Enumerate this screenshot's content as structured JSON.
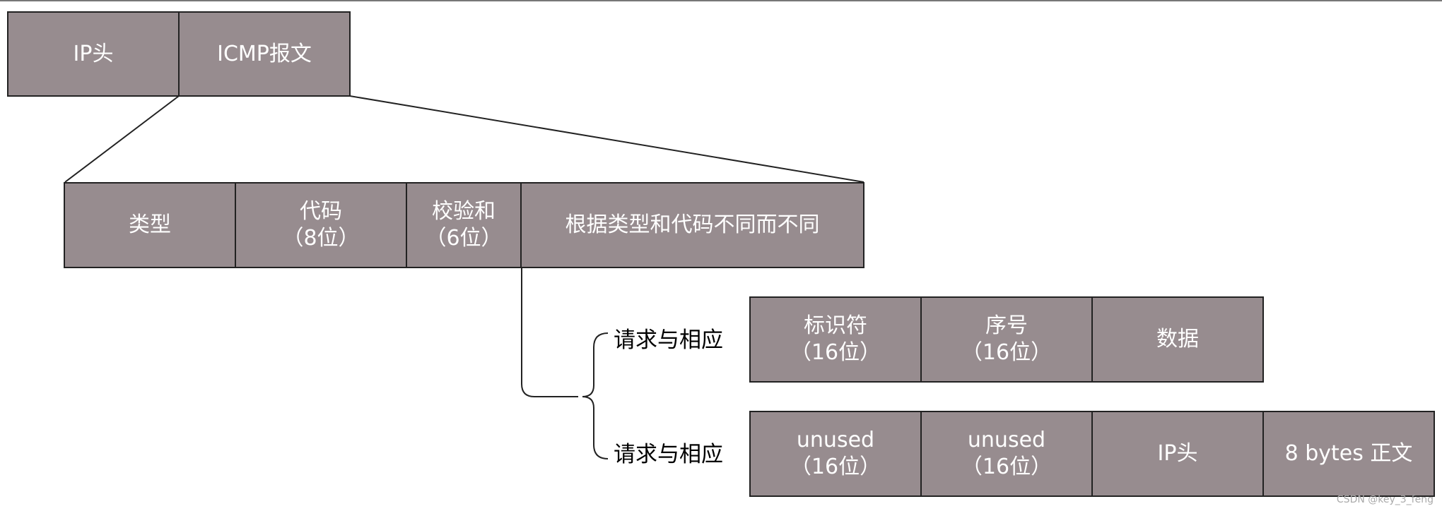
{
  "row1": [
    "IP头",
    "ICMP报文"
  ],
  "row2": [
    {
      "line1": "类型",
      "line2": ""
    },
    {
      "line1": "代码",
      "line2": "（8位）"
    },
    {
      "line1": "校验和",
      "line2": "（6位）"
    },
    {
      "line1": "根据类型和代码不同而不同",
      "line2": ""
    }
  ],
  "branch_labels": [
    "请求与相应",
    "请求与相应"
  ],
  "row3": [
    {
      "line1": "标识符",
      "line2": "（16位）"
    },
    {
      "line1": "序号",
      "line2": "（16位）"
    },
    {
      "line1": "数据",
      "line2": ""
    }
  ],
  "row4": [
    {
      "line1": "unused",
      "line2": "（16位）"
    },
    {
      "line1": "unused",
      "line2": "（16位）"
    },
    {
      "line1": "IP头",
      "line2": ""
    },
    {
      "line1": "8 bytes 正文",
      "line2": ""
    }
  ],
  "watermark": "CSDN @key_3_feng"
}
